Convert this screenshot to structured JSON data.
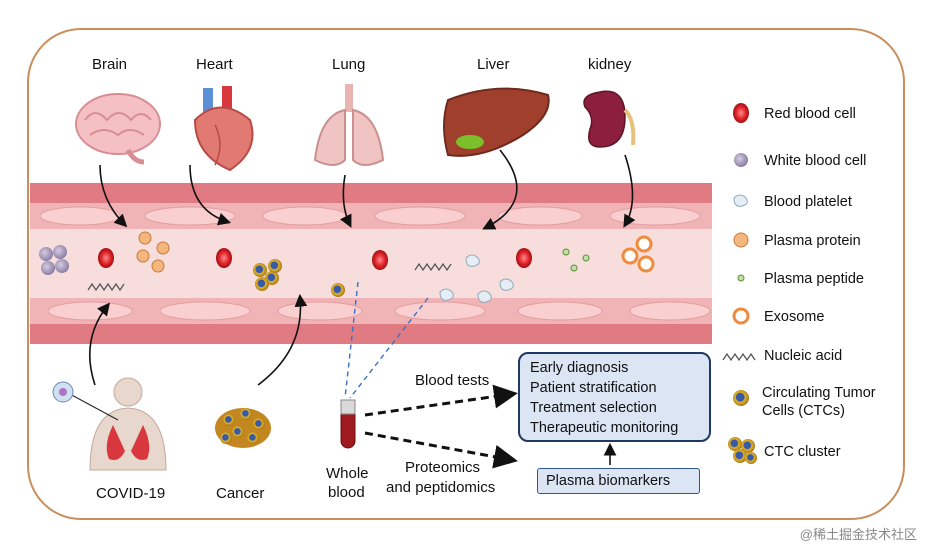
{
  "organs": [
    "Brain",
    "Heart",
    "Lung",
    "Liver",
    "kidney"
  ],
  "sources": {
    "covid": "COVID-19",
    "cancer": "Cancer"
  },
  "whole_blood": [
    "Whole",
    "blood"
  ],
  "flows": {
    "blood_tests": "Blood tests",
    "proteomics": [
      "Proteomics",
      "and peptidomics"
    ]
  },
  "outcomes": [
    "Early diagnosis",
    "Patient stratification",
    "Treatment selection",
    "Therapeutic monitoring"
  ],
  "biomarkers": "Plasma biomarkers",
  "legend": [
    {
      "label": "Red blood cell",
      "icon": "red-blood-cell-icon"
    },
    {
      "label": "White blood cell",
      "icon": "white-blood-cell-icon"
    },
    {
      "label": "Blood platelet",
      "icon": "platelet-icon"
    },
    {
      "label": "Plasma protein",
      "icon": "plasma-protein-icon"
    },
    {
      "label": "Plasma peptide",
      "icon": "plasma-peptide-icon"
    },
    {
      "label": "Exosome",
      "icon": "exosome-icon"
    },
    {
      "label": "Nucleic acid",
      "icon": "nucleic-acid-icon"
    },
    {
      "label": "Circulating Tumor\nCells (CTCs)",
      "icon": "ctc-icon"
    },
    {
      "label": "CTC cluster",
      "icon": "ctc-cluster-icon"
    }
  ],
  "watermark": "@稀土掘金技术社区",
  "colors": {
    "frame": "#c98e5c",
    "vessel_wall": "#e9a3a6",
    "vessel_lumen": "#f7dedd",
    "outcome_box_fill": "#dbe5f4",
    "outcome_box_border": "#1f3864",
    "red_cell": "#e0252b",
    "exosome": "#f08a3c"
  }
}
